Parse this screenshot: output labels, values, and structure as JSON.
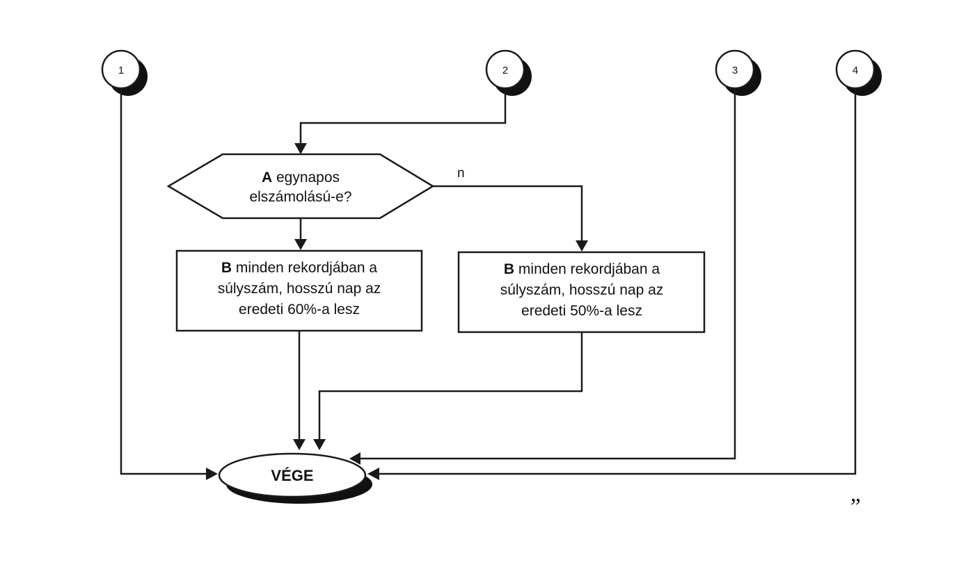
{
  "connectors": [
    {
      "id": "c1",
      "label": "1"
    },
    {
      "id": "c2",
      "label": "2"
    },
    {
      "id": "c3",
      "label": "3"
    },
    {
      "id": "c4",
      "label": "4"
    }
  ],
  "decision": {
    "bold": "A",
    "line1_rest": " egynapos",
    "line2": "elszámolású-e?",
    "no_label": "n"
  },
  "process_left": {
    "bold": "B",
    "line1_rest": " minden rekordjában a",
    "line2": "súlyszám, hosszú nap az",
    "line3": "eredeti 60%-a lesz"
  },
  "process_right": {
    "bold": "B",
    "line1_rest": " minden rekordjában a",
    "line2": "súlyszám, hosszú nap az",
    "line3": "eredeti 50%-a lesz"
  },
  "end": {
    "label": "VÉGE"
  },
  "closing_mark": "”"
}
